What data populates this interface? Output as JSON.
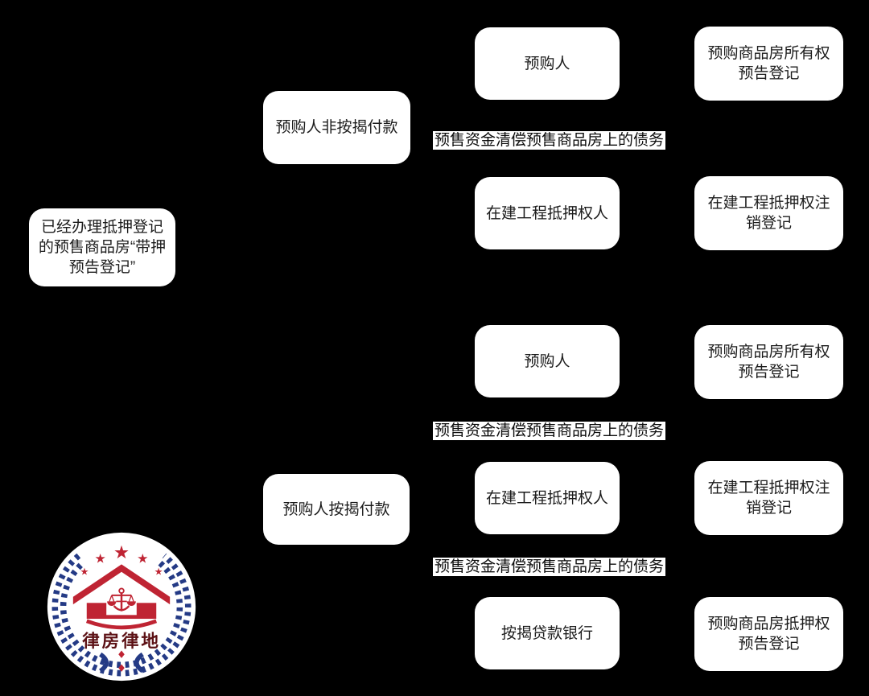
{
  "palette": {
    "background": "#000000",
    "node_bg": "#ffffff",
    "node_text": "#1c1c1c",
    "label_bg": "#ffffff",
    "label_text": "#0d0d0d",
    "logo_red": "#bf2433",
    "logo_blue": "#243a85",
    "logo_wordmark_color": "#5c1115"
  },
  "root": {
    "label": "已经办理抵押登记的预售商品房“带押预告登记”"
  },
  "branches": [
    {
      "label": "预购人非按揭付款"
    },
    {
      "label": "预购人按揭付款"
    }
  ],
  "flow": {
    "mid_nodes": [
      "预购人",
      "在建工程抵押权人",
      "预购人",
      "在建工程抵押权人",
      "按揭贷款银行"
    ],
    "right_nodes": [
      "预购商品房所有权预告登记",
      "在建工程抵押权注销登记",
      "预购商品房所有权预告登记",
      "在建工程抵押权注销登记",
      "预购商品房抵押权预告登记"
    ],
    "edge_labels": [
      "预售资金清偿预售商品房上的债务",
      "预售资金清偿预售商品房上的债务",
      "预售资金清偿预售商品房上的债务"
    ]
  },
  "logo": {
    "wordmark": "律房律地"
  }
}
